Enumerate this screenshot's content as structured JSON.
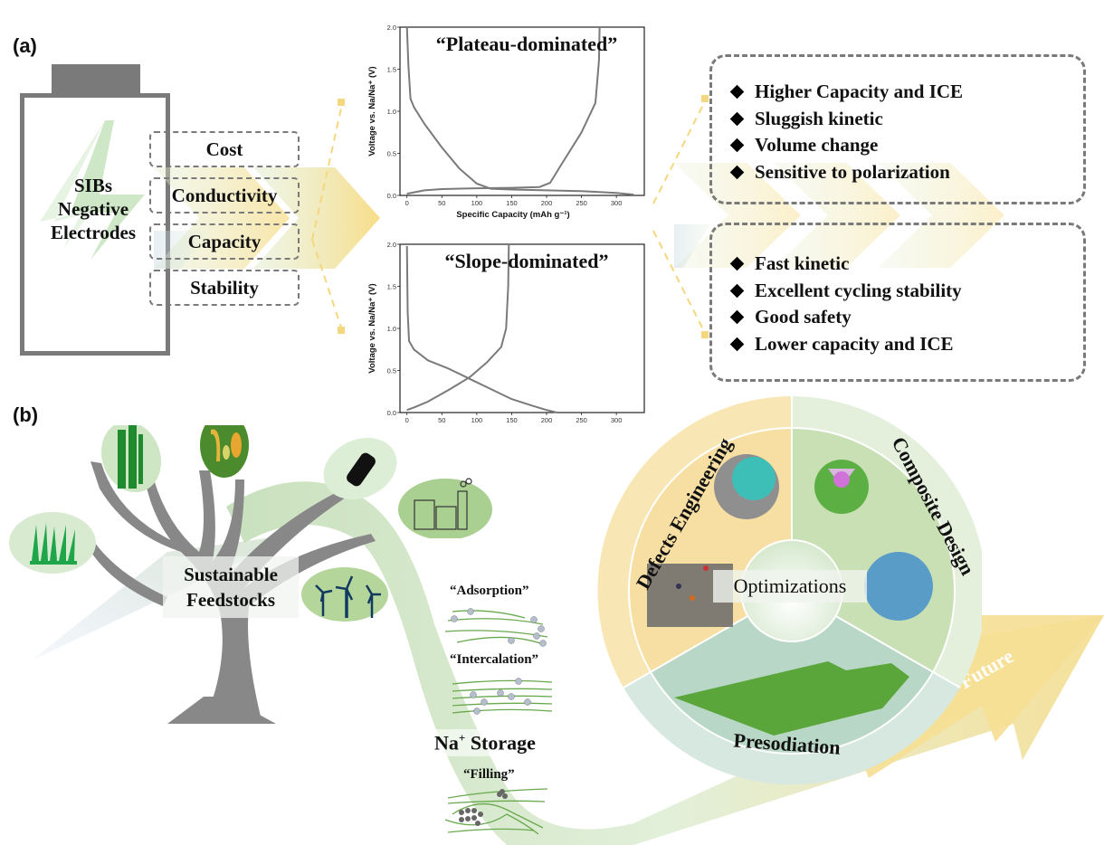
{
  "panel_a": {
    "label": "(a)",
    "battery": {
      "title_lines": [
        "SIBs",
        "Negative",
        "Electrodes"
      ]
    },
    "properties": [
      "Cost",
      "Conductivity",
      "Capacity",
      "Stability"
    ],
    "plateau_traits": [
      "Higher Capacity and ICE",
      "Sluggish kinetic",
      "Volume change",
      "Sensitive to polarization"
    ],
    "slope_traits": [
      "Fast kinetic",
      "Excellent cycling stability",
      "Good safety",
      "Lower capacity and ICE"
    ]
  },
  "chart_data": [
    {
      "type": "line",
      "title": "“Plateau-dominated”",
      "xlabel": "Specific Capacity (mAh g⁻¹)",
      "ylabel": "Voltage vs. Na/Na⁺ (V)",
      "xlim": [
        -10,
        340
      ],
      "ylim": [
        0,
        2.0
      ],
      "xticks": [
        0,
        50,
        100,
        150,
        200,
        250,
        300
      ],
      "yticks": [
        0.0,
        0.5,
        1.0,
        1.5,
        2.0
      ],
      "ytick_labels": [
        "0.0",
        "0.5",
        "1.0",
        "1.5",
        "2.0"
      ],
      "grid": false,
      "series": [
        {
          "name": "discharge",
          "x": [
            0,
            2,
            5,
            10,
            25,
            50,
            75,
            100,
            120,
            150,
            200,
            250,
            300,
            325
          ],
          "y": [
            2.0,
            1.55,
            1.15,
            1.05,
            0.85,
            0.57,
            0.32,
            0.14,
            0.08,
            0.07,
            0.06,
            0.05,
            0.03,
            0.01
          ]
        },
        {
          "name": "charge",
          "x": [
            0,
            25,
            50,
            100,
            150,
            190,
            205,
            220,
            250,
            270,
            275,
            276
          ],
          "y": [
            0.02,
            0.06,
            0.075,
            0.085,
            0.09,
            0.1,
            0.15,
            0.35,
            0.75,
            1.1,
            1.6,
            2.0
          ]
        }
      ]
    },
    {
      "type": "line",
      "title": "“Slope-dominated”",
      "xlabel": "Specific Capacity (mAh g⁻¹)",
      "ylabel": "Voltage vs. Na/Na⁺ (V)",
      "xlim": [
        -10,
        340
      ],
      "ylim": [
        0,
        2.0
      ],
      "xticks": [
        0,
        50,
        100,
        150,
        200,
        250,
        300
      ],
      "yticks": [
        0.0,
        0.5,
        1.0,
        1.5,
        2.0
      ],
      "ytick_labels": [
        "0.0",
        "0.5",
        "1.0",
        "1.5",
        "2.0"
      ],
      "grid": false,
      "series": [
        {
          "name": "discharge",
          "x": [
            0,
            1,
            3,
            10,
            30,
            60,
            90,
            120,
            150,
            180,
            200,
            215
          ],
          "y": [
            1.98,
            1.2,
            0.85,
            0.75,
            0.62,
            0.52,
            0.4,
            0.28,
            0.16,
            0.08,
            0.03,
            0.0
          ]
        },
        {
          "name": "charge",
          "x": [
            0,
            10,
            30,
            60,
            90,
            115,
            135,
            142,
            145,
            146
          ],
          "y": [
            0.03,
            0.06,
            0.13,
            0.27,
            0.42,
            0.6,
            0.78,
            1.0,
            1.5,
            2.0
          ]
        }
      ]
    }
  ],
  "panel_b": {
    "label": "(b)",
    "feedstocks_title_lines": [
      "Sustainable",
      "Feedstocks"
    ],
    "feedstock_icons": [
      "grass",
      "bamboo",
      "rice",
      "plastic-bottle",
      "factory",
      "wind-turbines"
    ],
    "storage": {
      "title": "Na",
      "title_sup": "+",
      "title_suffix": " Storage",
      "mechanisms": [
        "“Adsorption”",
        "“Intercalation”",
        "“Filling”"
      ]
    },
    "optimizations": {
      "center": "Optimizations",
      "sectors": [
        "Defects Engineering",
        "Composite Design",
        "Presodiation"
      ]
    },
    "future_label": "Future"
  }
}
